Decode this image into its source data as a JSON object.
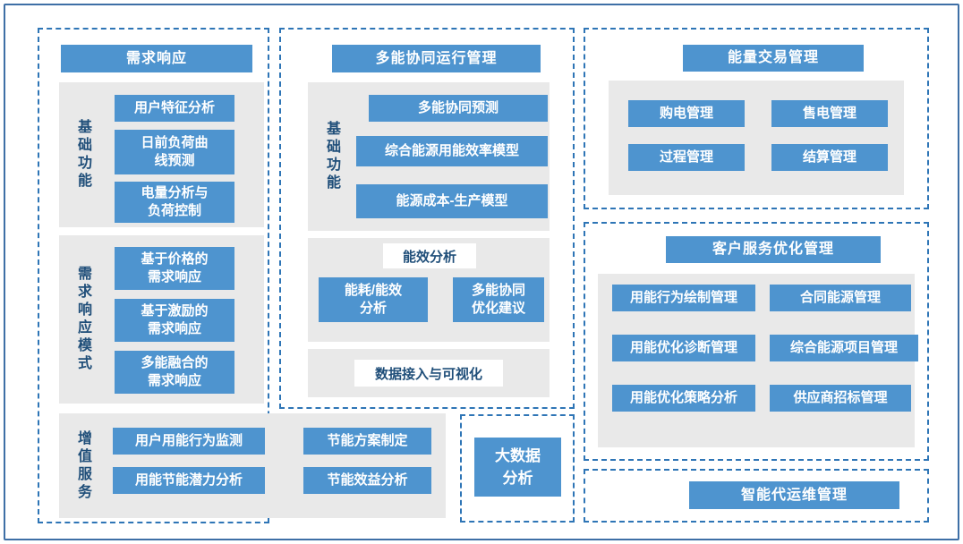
{
  "colors": {
    "accent_blue": "#4E94CF",
    "dark_navy": "#1F4E79",
    "group_gray": "#E9E9E9",
    "dashed_border": "#2E75B6",
    "frame_border": "#3E6FA6"
  },
  "demand_response": {
    "title": "需求响应",
    "basic": {
      "label": "基础功能",
      "items": [
        "用户特征分析",
        "日前负荷曲\n线预测",
        "电量分析与\n负荷控制"
      ]
    },
    "modes": {
      "label": "需求响应模式",
      "items": [
        "基于价格的\n需求响应",
        "基于激励的\n需求响应",
        "多能融合的\n需求响应"
      ]
    },
    "value_added": {
      "label": "增值服务",
      "left_items": [
        "用户用能行为监测",
        "用能节能潜力分析"
      ],
      "right_items": [
        "节能方案制定",
        "节能效益分析"
      ]
    }
  },
  "multi_energy": {
    "title": "多能协同运行管理",
    "basic": {
      "label": "基础功能",
      "items": [
        "多能协同预测",
        "综合能源用能效率模型",
        "能源成本-生产模型"
      ]
    },
    "efficiency": {
      "header": "能效分析",
      "items": [
        "能耗/能效\n分析",
        "多能协同\n优化建议"
      ]
    },
    "data_access": {
      "header": "数据接入与可视化"
    }
  },
  "big_data": {
    "label": "大数据\n分析"
  },
  "energy_trading": {
    "title": "能量交易管理",
    "items": [
      "购电管理",
      "售电管理",
      "过程管理",
      "结算管理"
    ]
  },
  "customer_service": {
    "title": "客户服务优化管理",
    "items": [
      "用能行为绘制管理",
      "合同能源管理",
      "用能优化诊断管理",
      "综合能源项目管理",
      "用能优化策略分析",
      "供应商招标管理"
    ]
  },
  "smart_operation": {
    "title": "智能代运维管理"
  }
}
